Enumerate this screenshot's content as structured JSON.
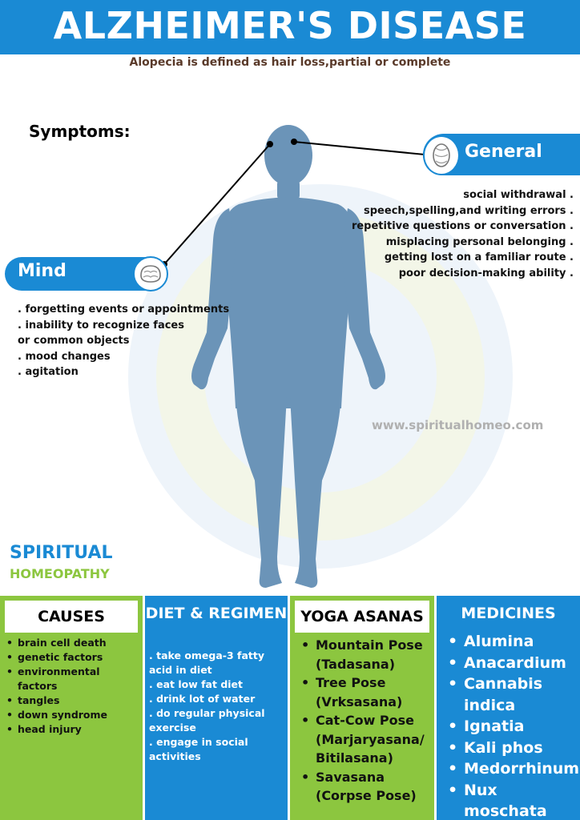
{
  "header": {
    "title": "ALZHEIMER'S DISEASE",
    "subtitle": "Alopecia is defined as hair loss,partial or complete"
  },
  "symptoms": {
    "heading": "Symptoms:",
    "general": {
      "label": "General",
      "items": [
        "social withdrawal .",
        "speech,spelling,and writing errors .",
        "repetitive questions or conversation .",
        "misplacing personal belonging .",
        "getting lost on a familiar route .",
        "poor decision-making ability ."
      ]
    },
    "mind": {
      "label": "Mind",
      "items": [
        ". forgetting events or appointments",
        ". inability to recognize faces",
        "or common objects",
        ". mood changes",
        ". agitation"
      ]
    }
  },
  "website": "www.spiritualhomeo.com",
  "brand": {
    "line1": "SPIRITUAL",
    "line2": "HOMEOPATHY"
  },
  "sections": {
    "causes": {
      "heading": "CAUSES",
      "items": [
        "brain cell death",
        "genetic factors",
        "environmental factors",
        "tangles",
        "down syndrome",
        "head injury"
      ]
    },
    "diet": {
      "heading": "DIET & REGIMEN",
      "items": [
        ". take omega-3 fatty acid in diet",
        ". eat low fat diet",
        ". drink lot of water",
        ". do regular physical exercise",
        ". engage in social activities"
      ]
    },
    "yoga": {
      "heading": "YOGA ASANAS",
      "items": [
        "Mountain Pose (Tadasana)",
        "Tree Pose (Vrksasana)",
        "Cat-Cow Pose (Marjaryasana/ Bitilasana)",
        "Savasana (Corpse Pose)"
      ]
    },
    "medicines": {
      "heading": "MEDICINES",
      "items": [
        "Alumina",
        "Anacardium",
        "Cannabis indica",
        "Ignatia",
        "Kali phos",
        "Medorrhinum",
        "Nux moschata"
      ]
    }
  },
  "icons": {
    "body": "human-body-icon",
    "brain": "brain-icon"
  },
  "colors": {
    "primary_blue": "#1a8ad4",
    "accent_green": "#8cc63f",
    "body_blue": "#6b94b8",
    "subtitle_brown": "#5a3a2a"
  }
}
